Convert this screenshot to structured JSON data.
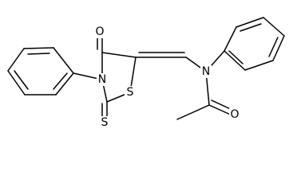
{
  "molecule": {
    "atoms": [
      {
        "id": "O1",
        "label": "O"
      },
      {
        "id": "N1",
        "label": "N"
      },
      {
        "id": "S1",
        "label": "S"
      },
      {
        "id": "S2",
        "label": "S"
      },
      {
        "id": "N2",
        "label": "N"
      },
      {
        "id": "O2",
        "label": "O"
      }
    ]
  },
  "colors": {
    "ink": "#000000",
    "background": "#ffffff"
  }
}
